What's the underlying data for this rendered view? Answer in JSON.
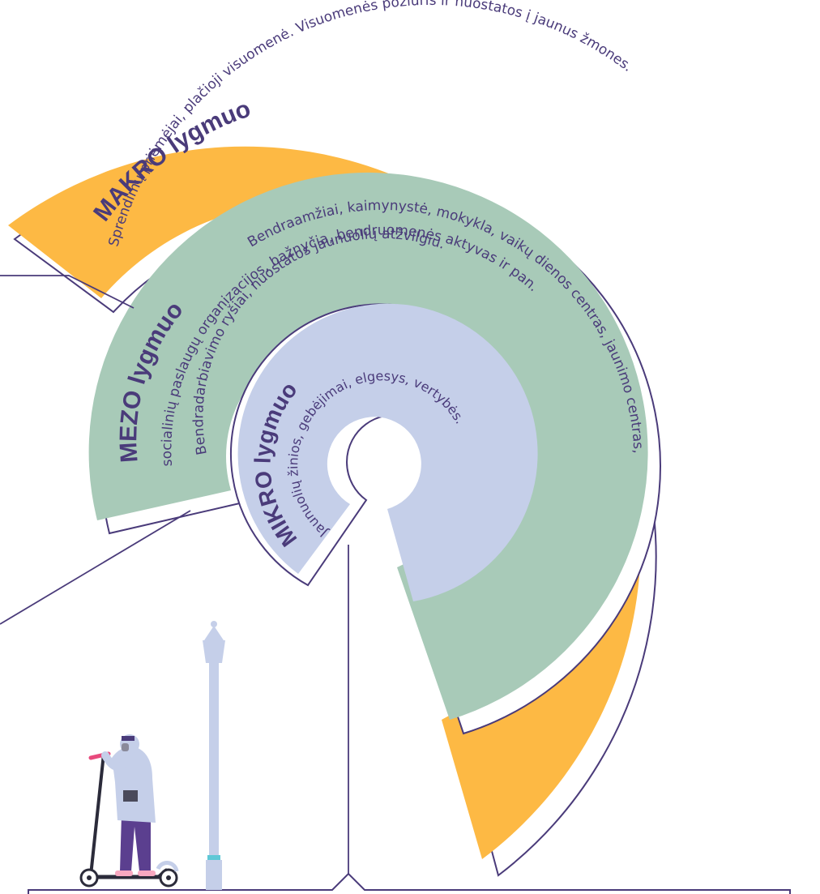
{
  "colors": {
    "makro": "#fdb944",
    "mezo": "#a8cab8",
    "mikro": "#c5cfe9",
    "line": "#4a3b7a",
    "lamp": "#c5cfe9",
    "lamp_accent": "#5fc8d6"
  },
  "makro": {
    "title": "MAKRO lygmuo",
    "line1": "Sprendimų priėmėjai, plačioji visuomenė. Visuomenės požiūris ir nuostatos į jaunus žmones."
  },
  "mezo": {
    "title": "MEZO lygmuo",
    "line1": "Bendraamžiai, kaimynystė, mokykla, vaikų dienos centras, jaunimo centras,",
    "line2": "socialinių paslaugų organizacijos, bažnyčia, bendruomenės aktyvas ir pan.",
    "line3": "Bendradarbiavimo ryšiai, nuostatos jaunuolių atžvilgiu."
  },
  "mikro": {
    "title": "MIKRO lygmuo",
    "line1": "Jaunuolių žinios, gebėjimai, elgesys, vertybės."
  },
  "icons": {
    "person": "person-on-scooter-icon",
    "lamp": "street-lamp-icon"
  }
}
